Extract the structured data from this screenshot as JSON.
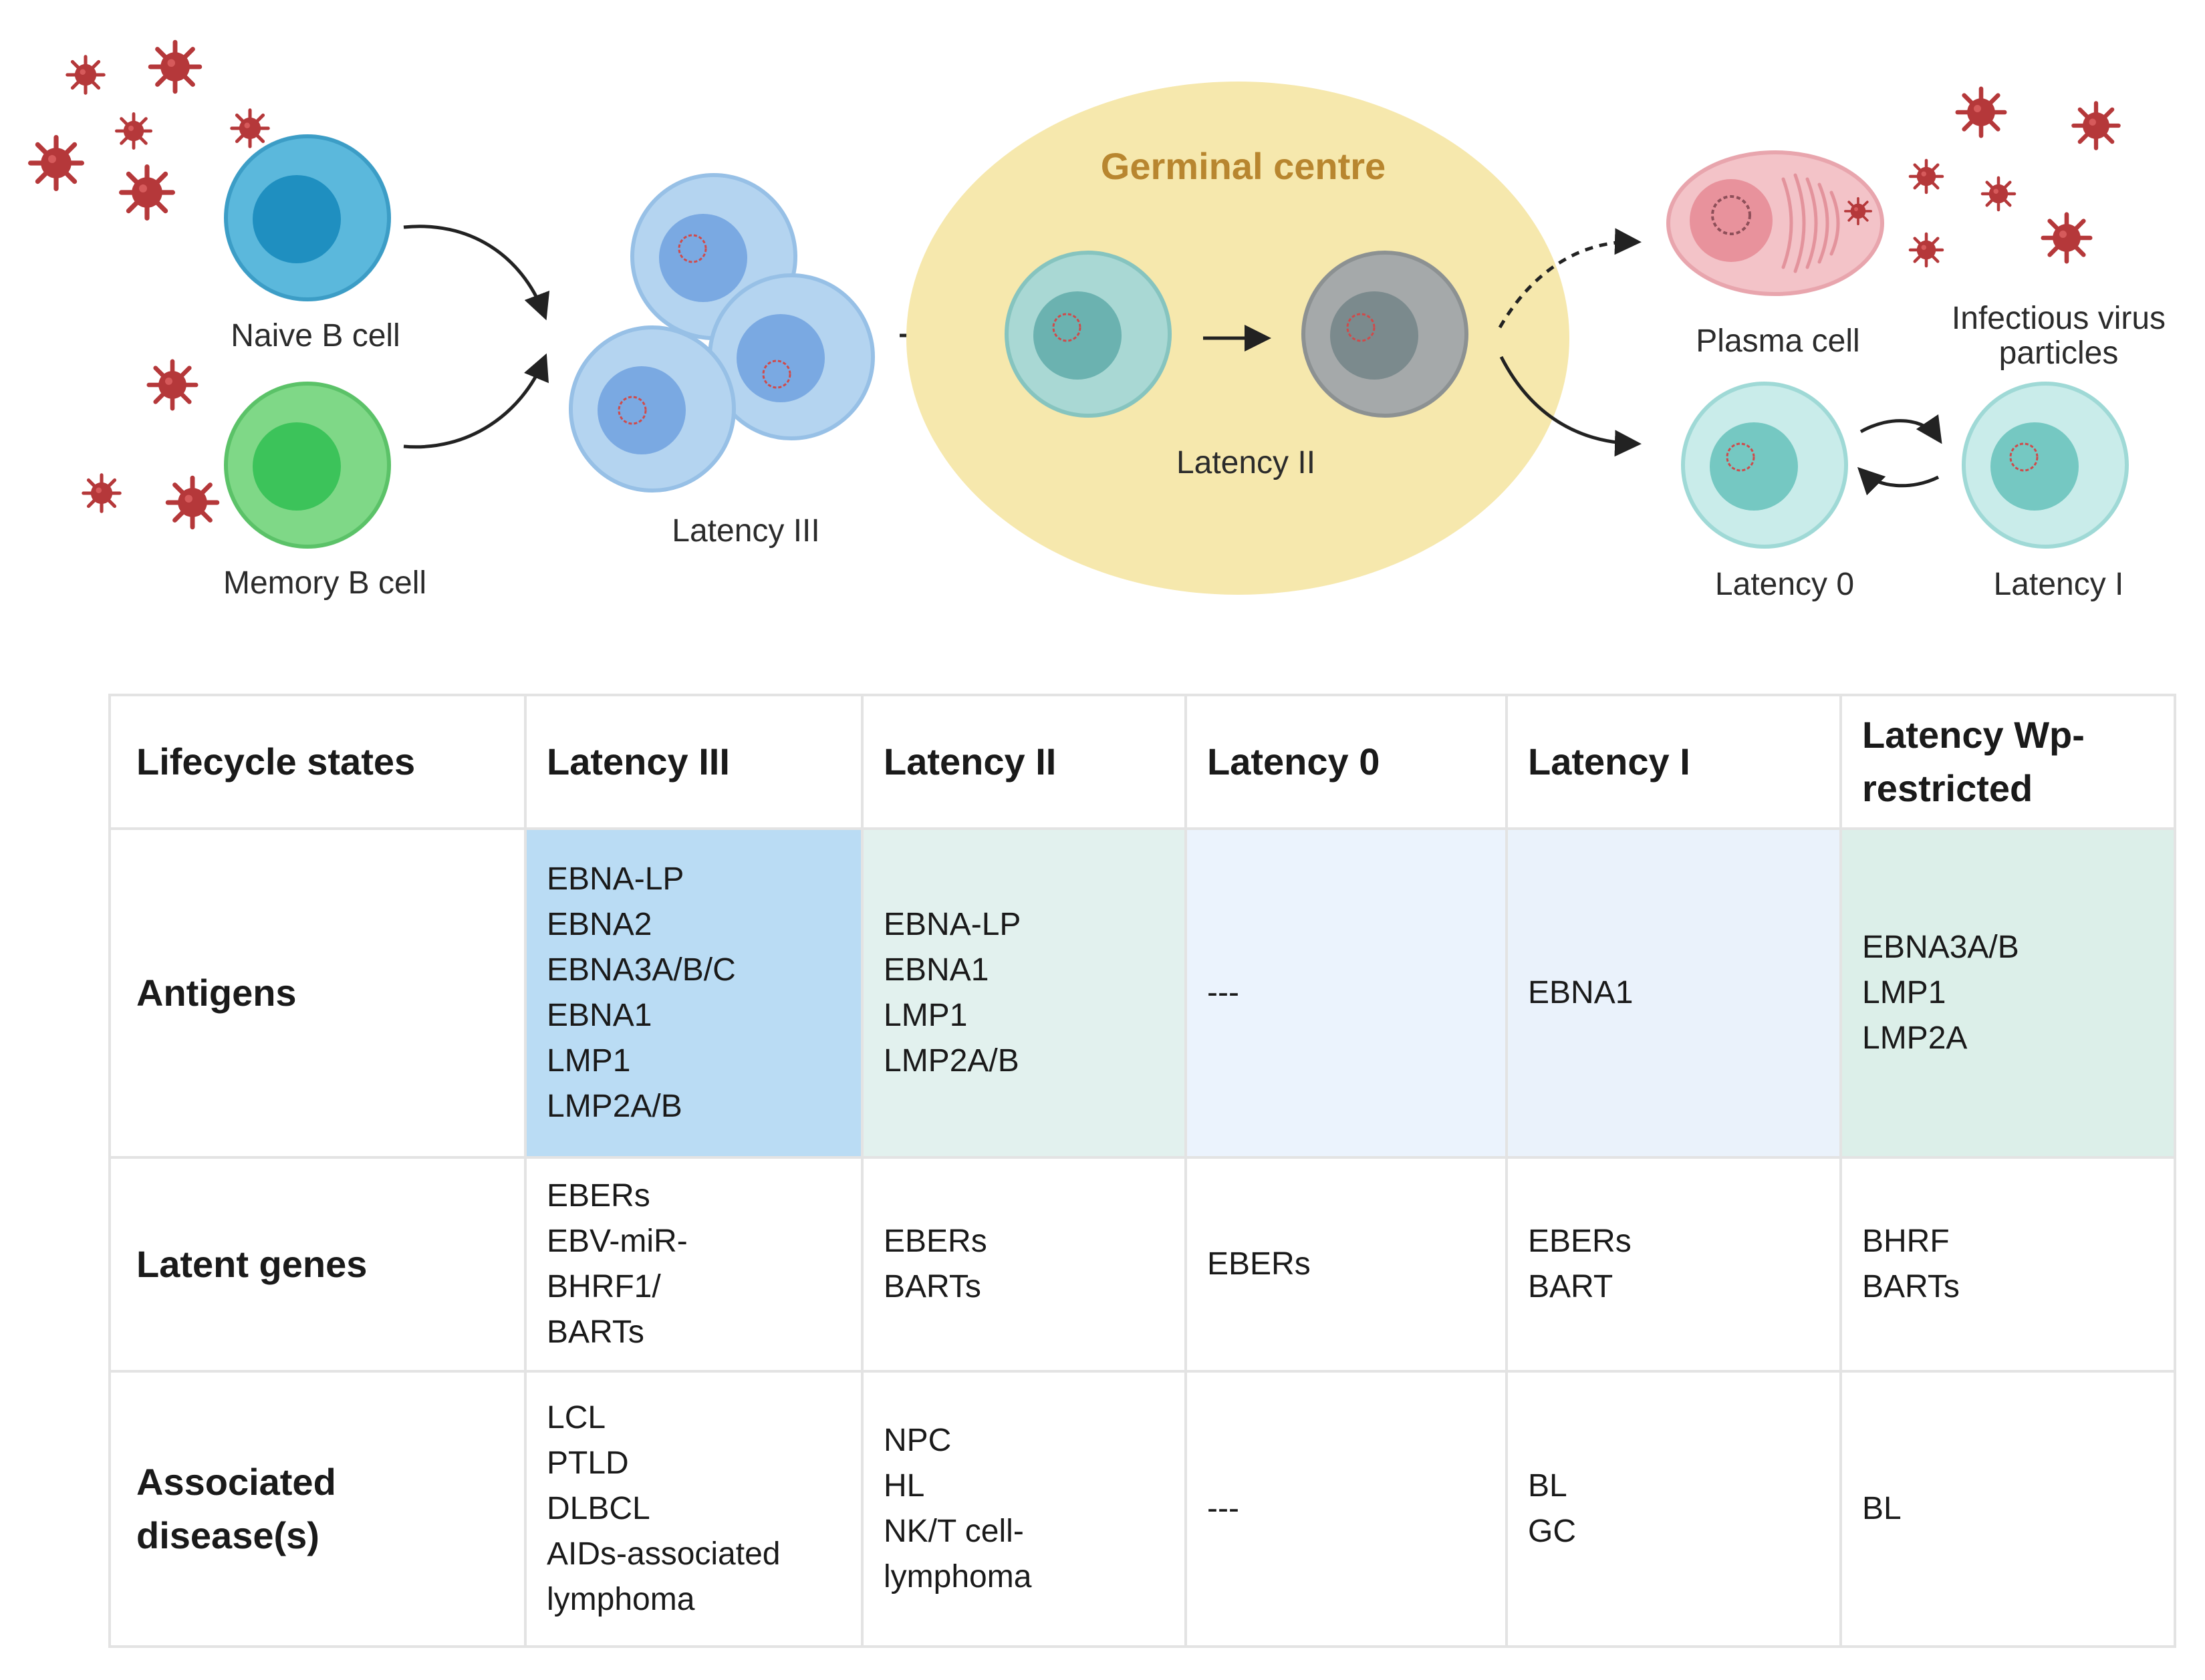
{
  "diagram": {
    "naive_b_cell": "Naive B cell",
    "memory_b_cell": "Memory B cell",
    "latency_iii": "Latency III",
    "germinal_centre": "Germinal centre",
    "latency_ii": "Latency II",
    "plasma_cell": "Plasma cell",
    "infectious_virus_particles": [
      "Infectious virus",
      "particles"
    ],
    "latency_0": "Latency 0",
    "latency_i": "Latency I",
    "colors": {
      "virus": "#b5383a",
      "naive_cell": "#5bb8dc",
      "memory_cell": "#7fd887",
      "latency_iii_cell": "#b4d4f0",
      "germinal_centre": "#f6e8ad",
      "germinal_title": "#b8862f",
      "latency_ii_cell_1": "#a9d8d4",
      "latency_ii_cell_2": "#a5a9aa",
      "plasma_cell": "#f3c3c8",
      "latency_0_i_cell": "#c9ecea"
    }
  },
  "table": {
    "headers": [
      "Lifecycle states",
      "Latency III",
      "Latency II",
      "Latency 0",
      "Latency I",
      "Latency Wp-restricted"
    ],
    "rows": [
      {
        "label": "Antigens",
        "cells": [
          [
            "EBNA-LP",
            "EBNA2",
            "EBNA3A/B/C",
            "EBNA1",
            "LMP1",
            "LMP2A/B"
          ],
          [
            "EBNA-LP",
            "EBNA1",
            "LMP1",
            "LMP2A/B"
          ],
          [
            "---"
          ],
          [
            "EBNA1"
          ],
          [
            "EBNA3A/B",
            "LMP1",
            "LMP2A"
          ]
        ]
      },
      {
        "label": "Latent genes",
        "cells": [
          [
            "EBERs",
            "EBV-miR-",
            "BHRF1/",
            "BARTs"
          ],
          [
            "EBERs",
            "BARTs"
          ],
          [
            "EBERs"
          ],
          [
            "EBERs",
            "BART"
          ],
          [
            "BHRF",
            "BARTs"
          ]
        ]
      },
      {
        "label": "Associated disease(s)",
        "cells": [
          [
            "LCL",
            "PTLD",
            "DLBCL",
            "AIDs-associated",
            "lymphoma"
          ],
          [
            "NPC",
            "HL",
            "NK/T cell-",
            "lymphoma"
          ],
          [
            "---"
          ],
          [
            "BL",
            "GC"
          ],
          [
            "BL"
          ]
        ]
      }
    ],
    "antigen_fills": [
      "#badcf4",
      "#e2f1ee",
      "#ebf3fd",
      "#eaf2fb",
      "#dcefe9"
    ]
  }
}
